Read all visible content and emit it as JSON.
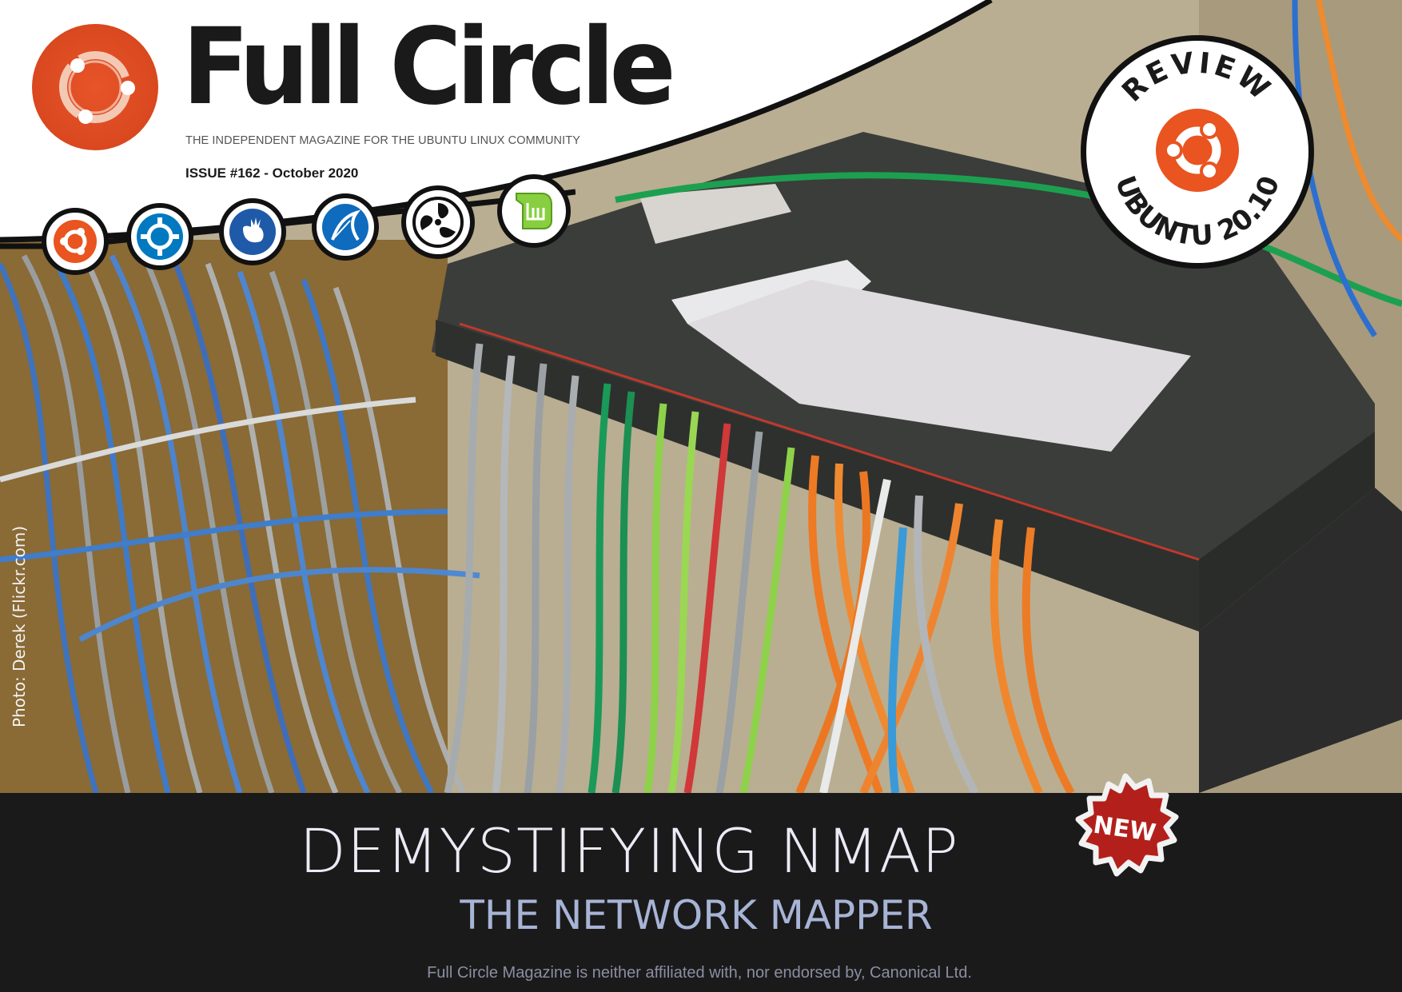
{
  "masthead": {
    "title": "Full Circle",
    "tagline": "THE INDEPENDENT MAGAZINE FOR THE UBUNTU LINUX COMMUNITY",
    "issue": "ISSUE #162 - October 2020",
    "logo_icon": "ubuntu-circle-of-friends-icon",
    "brand_color": "#e05025"
  },
  "distros": [
    {
      "name": "Ubuntu",
      "icon": "ubuntu-icon",
      "color": "#e95420"
    },
    {
      "name": "Kubuntu",
      "icon": "kubuntu-icon",
      "color": "#0079c1"
    },
    {
      "name": "Xubuntu",
      "icon": "xubuntu-icon",
      "color": "#1f5aa8"
    },
    {
      "name": "Lubuntu",
      "icon": "lubuntu-icon",
      "color": "#0e6bbd"
    },
    {
      "name": "Ubuntu Studio",
      "icon": "ubuntu-studio-icon",
      "color": "#111111"
    },
    {
      "name": "Linux Mint",
      "icon": "linux-mint-icon",
      "color": "#87cf3e"
    }
  ],
  "review_badge": {
    "top_text": "REVIEW",
    "bottom_text": "UBUNTU 20.10",
    "icon": "ubuntu-icon",
    "color": "#e95420"
  },
  "cover": {
    "headline": "DEMYSTIFYING NMAP",
    "subheadline": "THE NETWORK MAPPER",
    "new_badge": "NEW",
    "disclaimer": "Full Circle Magazine is neither affiliated with, nor endorsed by, Canonical Ltd.",
    "photo_credit": "Photo: Derek (Flickr.com)"
  }
}
